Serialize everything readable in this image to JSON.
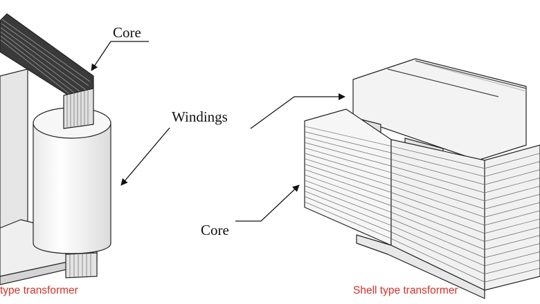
{
  "labels": {
    "core_left": "Core",
    "windings": "Windings",
    "core_right": "Core"
  },
  "captions": {
    "left": "type transformer",
    "right": "Shell type transformer"
  },
  "colors": {
    "caption": "#d9302a",
    "line": "#222222",
    "fill_light": "#f4f4f4",
    "fill_mid": "#e4e4e4",
    "fill_dark": "#cfcfcf"
  }
}
